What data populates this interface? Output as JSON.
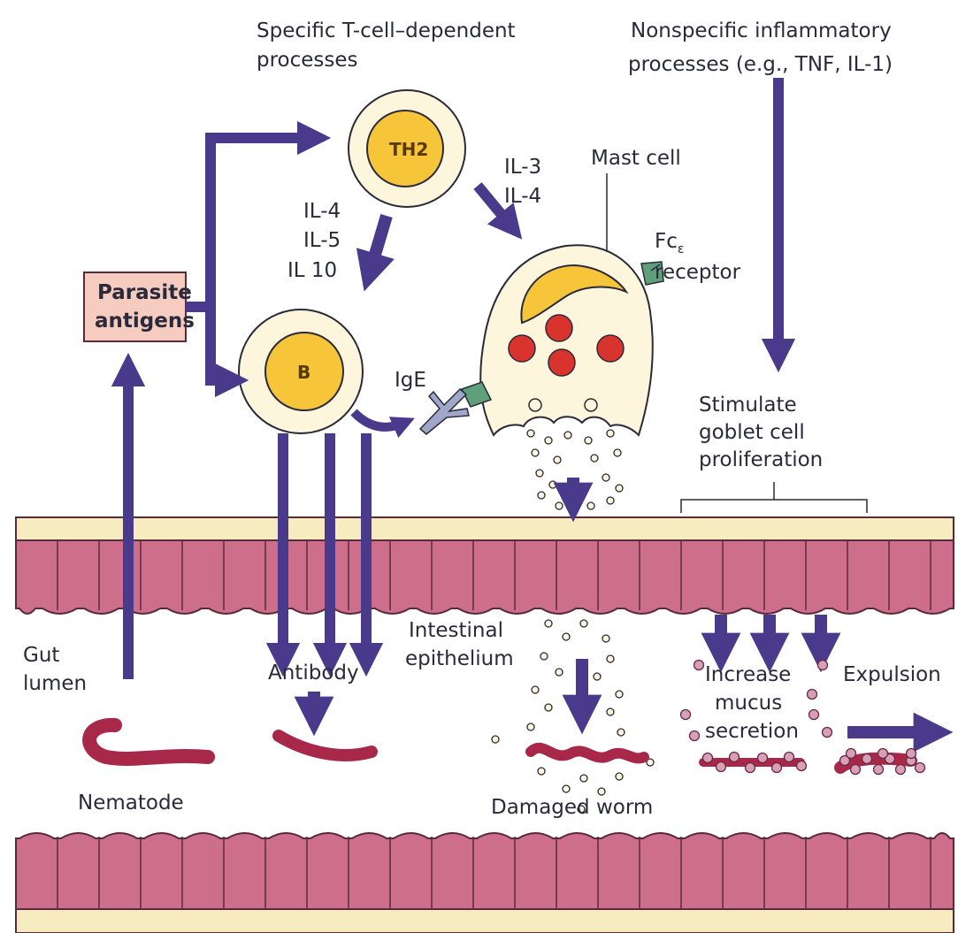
{
  "diagram": {
    "labels": {
      "specific_1": "Specific T-cell–dependent",
      "specific_2": "processes",
      "nonspecific_1": "Nonspecific inflammatory",
      "nonspecific_2": "processes (e.g., TNF, IL-1)",
      "th2": "TH2",
      "b_cell": "B",
      "il3": "IL-3",
      "il4_right": "IL-4",
      "il4_left": "IL-4",
      "il5": "IL-5",
      "il10": "IL 10",
      "mast_cell": "Mast cell",
      "fc": "Fc",
      "fc_sub": "ε",
      "receptor": "receptor",
      "parasite_1": "Parasite",
      "parasite_2": "antigens",
      "ige": "IgE",
      "stim_1": "Stimulate",
      "stim_2": "goblet cell",
      "stim_3": "proliferation",
      "gut_1": "Gut",
      "gut_2": "lumen",
      "antibody": "Antibody",
      "intestinal_1": "Intestinal",
      "intestinal_2": "epithelium",
      "increase_1": "Increase",
      "increase_2": "mucus",
      "increase_3": "secretion",
      "expulsion": "Expulsion",
      "nematode": "Nematode",
      "damaged": "Damaged worm"
    },
    "colors": {
      "arrow": "#4a3a8c",
      "epithelium": "#cc6e8c",
      "epithelium_line": "#5a2a3a",
      "membrane": "#f6ecc0",
      "cell_outer": "#fdf6dc",
      "nucleus": "#f6c53a",
      "granule": "#d9332e",
      "receptor": "#5fa07a",
      "antigen_box": "#f6cbc0",
      "worm": "#a8284a",
      "ige": "#9fa8c8",
      "text": "#2a2a3a"
    }
  }
}
